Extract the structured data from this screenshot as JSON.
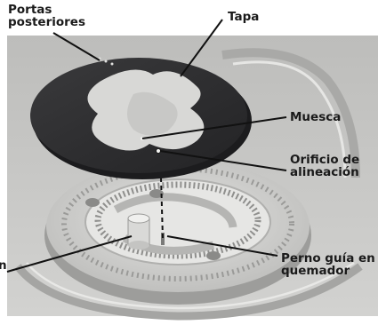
{
  "labels": {
    "rear_ports_line1": "Portas",
    "rear_ports_line2": "posteriores",
    "cap": "Tapa",
    "notch": "Muesca",
    "alignment_hole_line1": "Orificio de",
    "alignment_hole_line2": "alineación",
    "burner_pin_line1": "Perno guía en",
    "burner_pin_line2": "quemador",
    "left_cut_fragment": "n"
  },
  "colors": {
    "cap": "#2c2c2e",
    "burner_base": "#d6d6d4",
    "background_photo": "#c9c9c7",
    "leader_line": "#111111"
  },
  "icons": {
    "figure": "burner-cap-exploded-view"
  }
}
